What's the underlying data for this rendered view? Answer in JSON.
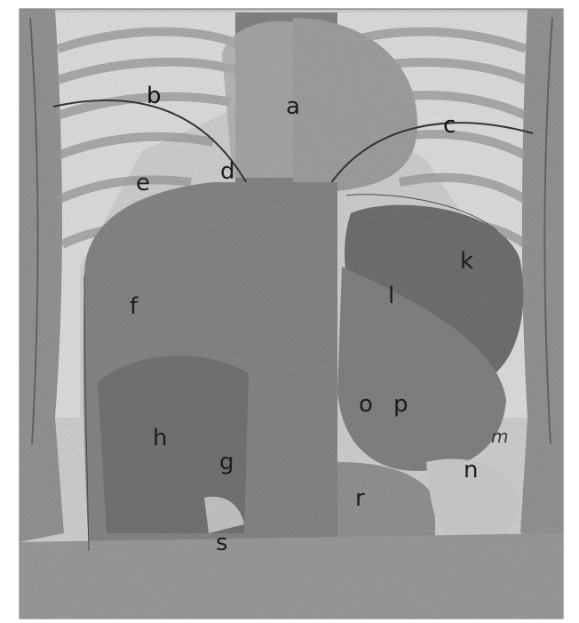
{
  "figure": {
    "labels": {
      "a": "a",
      "b": "b",
      "c": "c",
      "d": "d",
      "e": "e",
      "f": "f",
      "g": "g",
      "h": "h",
      "k": "k",
      "l": "l",
      "m": "m",
      "n": "n",
      "o": "o",
      "p": "p",
      "r": "r",
      "s": "s"
    },
    "colors": {
      "background": "#ffffff",
      "torso_fill": "#d2d2d2",
      "lung_fill": "#e6e6e6",
      "liver_fill": "#8f8f8f",
      "organ_dark": "#7c7c7c",
      "rib_stroke": "#9a9a9a",
      "outline": "#3c3c3c"
    }
  }
}
